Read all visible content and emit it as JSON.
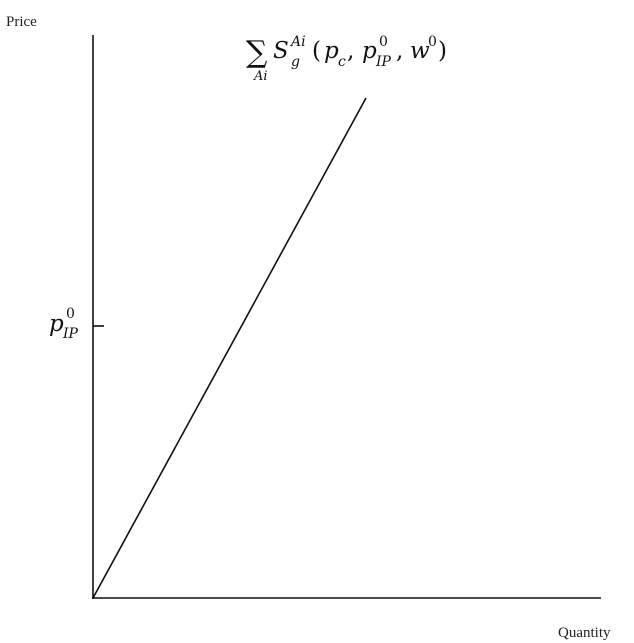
{
  "axes": {
    "y_label": "Price",
    "x_label": "Quantity"
  },
  "tick": {
    "base": "p",
    "subscript": "IP",
    "superscript": "0"
  },
  "curve_label": {
    "sum_symbol": "∑",
    "sum_index": "Ai",
    "func": "S",
    "func_subscript": "g",
    "func_superscript": "Ai",
    "open_paren": "(",
    "arg1_base": "p",
    "arg1_subscript": "c",
    "comma1": ",",
    "arg2_base": "p",
    "arg2_subscript": "IP",
    "arg2_superscript": "0",
    "comma2": ",",
    "arg3_base": "w",
    "arg3_superscript": "0",
    "close_paren": ")"
  }
}
